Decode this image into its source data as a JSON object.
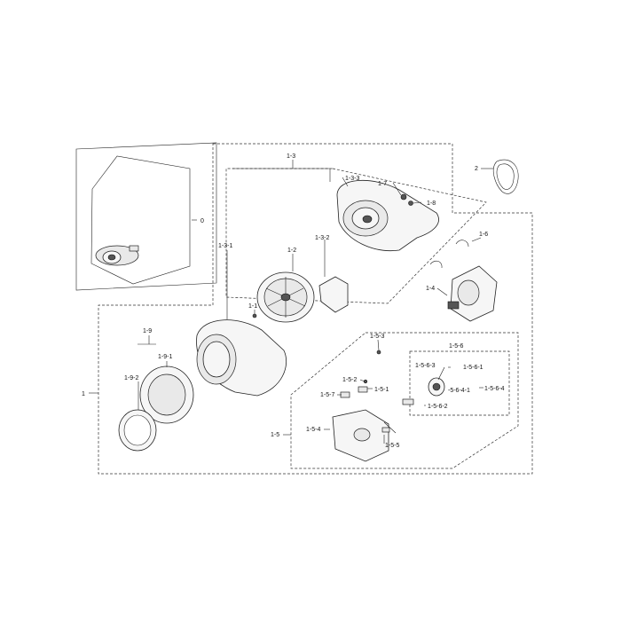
{
  "callouts": [
    {
      "id": "c0",
      "text": "0"
    },
    {
      "id": "c1",
      "text": "1"
    },
    {
      "id": "c1_1",
      "text": "1-1"
    },
    {
      "id": "c1_2",
      "text": "1-2"
    },
    {
      "id": "c1_3",
      "text": "1-3"
    },
    {
      "id": "c1_3_1",
      "text": "1-3-1"
    },
    {
      "id": "c1_3_2",
      "text": "1-3-2"
    },
    {
      "id": "c1_3_3",
      "text": "1-3-3"
    },
    {
      "id": "c1_4",
      "text": "1-4"
    },
    {
      "id": "c1_5",
      "text": "1-5"
    },
    {
      "id": "c1_5_1",
      "text": "1-5-1"
    },
    {
      "id": "c1_5_2",
      "text": "1-5-2"
    },
    {
      "id": "c1_5_3",
      "text": "1-5-3"
    },
    {
      "id": "c1_5_4",
      "text": "1-5-4"
    },
    {
      "id": "c1_5_5",
      "text": "1-5-5"
    },
    {
      "id": "c1_5_6",
      "text": "1-5-6"
    },
    {
      "id": "c1_5_6_1",
      "text": "1-5-6-1"
    },
    {
      "id": "c1_5_6_2",
      "text": "1-5-6-2"
    },
    {
      "id": "c1_5_6_3",
      "text": "1-5-6-3"
    },
    {
      "id": "c1_5_6_4",
      "text": "1-5-6-4"
    },
    {
      "id": "c5_6_4_1",
      "text": "-5-6-4-1"
    },
    {
      "id": "c1_5_7",
      "text": "1-5-7"
    },
    {
      "id": "c1_6",
      "text": "1-6"
    },
    {
      "id": "c1_7",
      "text": "1-7"
    },
    {
      "id": "c1_8",
      "text": "1-8"
    },
    {
      "id": "c1_9",
      "text": "1-9"
    },
    {
      "id": "c1_9_1",
      "text": "1-9-1"
    },
    {
      "id": "c1_9_2",
      "text": "1-9-2"
    },
    {
      "id": "c2",
      "text": "2"
    }
  ]
}
